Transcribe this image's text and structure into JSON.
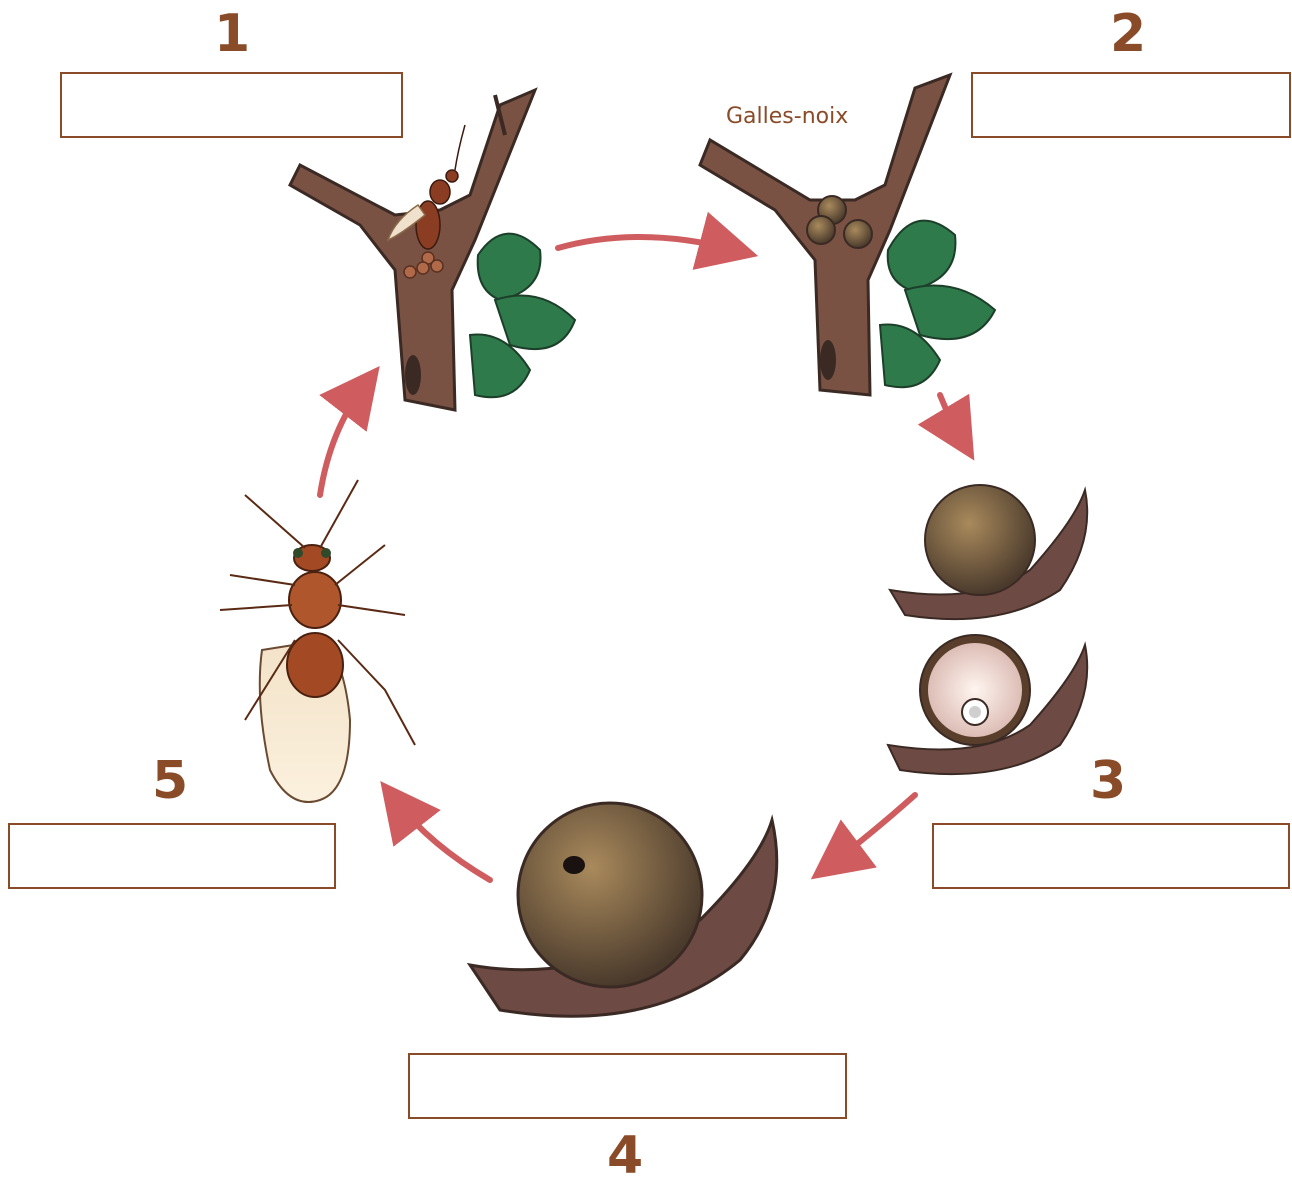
{
  "stages": [
    {
      "number": "1"
    },
    {
      "number": "2",
      "caption": "Galles-noix"
    },
    {
      "number": "3"
    },
    {
      "number": "4"
    },
    {
      "number": "5"
    }
  ],
  "colors": {
    "label": "#8a4b28",
    "arrow": "#cf5d5f",
    "bark": "#7a5244",
    "leaf": "#2f7a4a",
    "gall": "#6e5438"
  },
  "icons": [
    "oak-branch-with-wasp-icon",
    "oak-branch-with-galls-icon",
    "oak-gall-icon",
    "oak-gall-cut-larva-icon",
    "oak-gall-exit-hole-icon",
    "gall-wasp-icon"
  ]
}
